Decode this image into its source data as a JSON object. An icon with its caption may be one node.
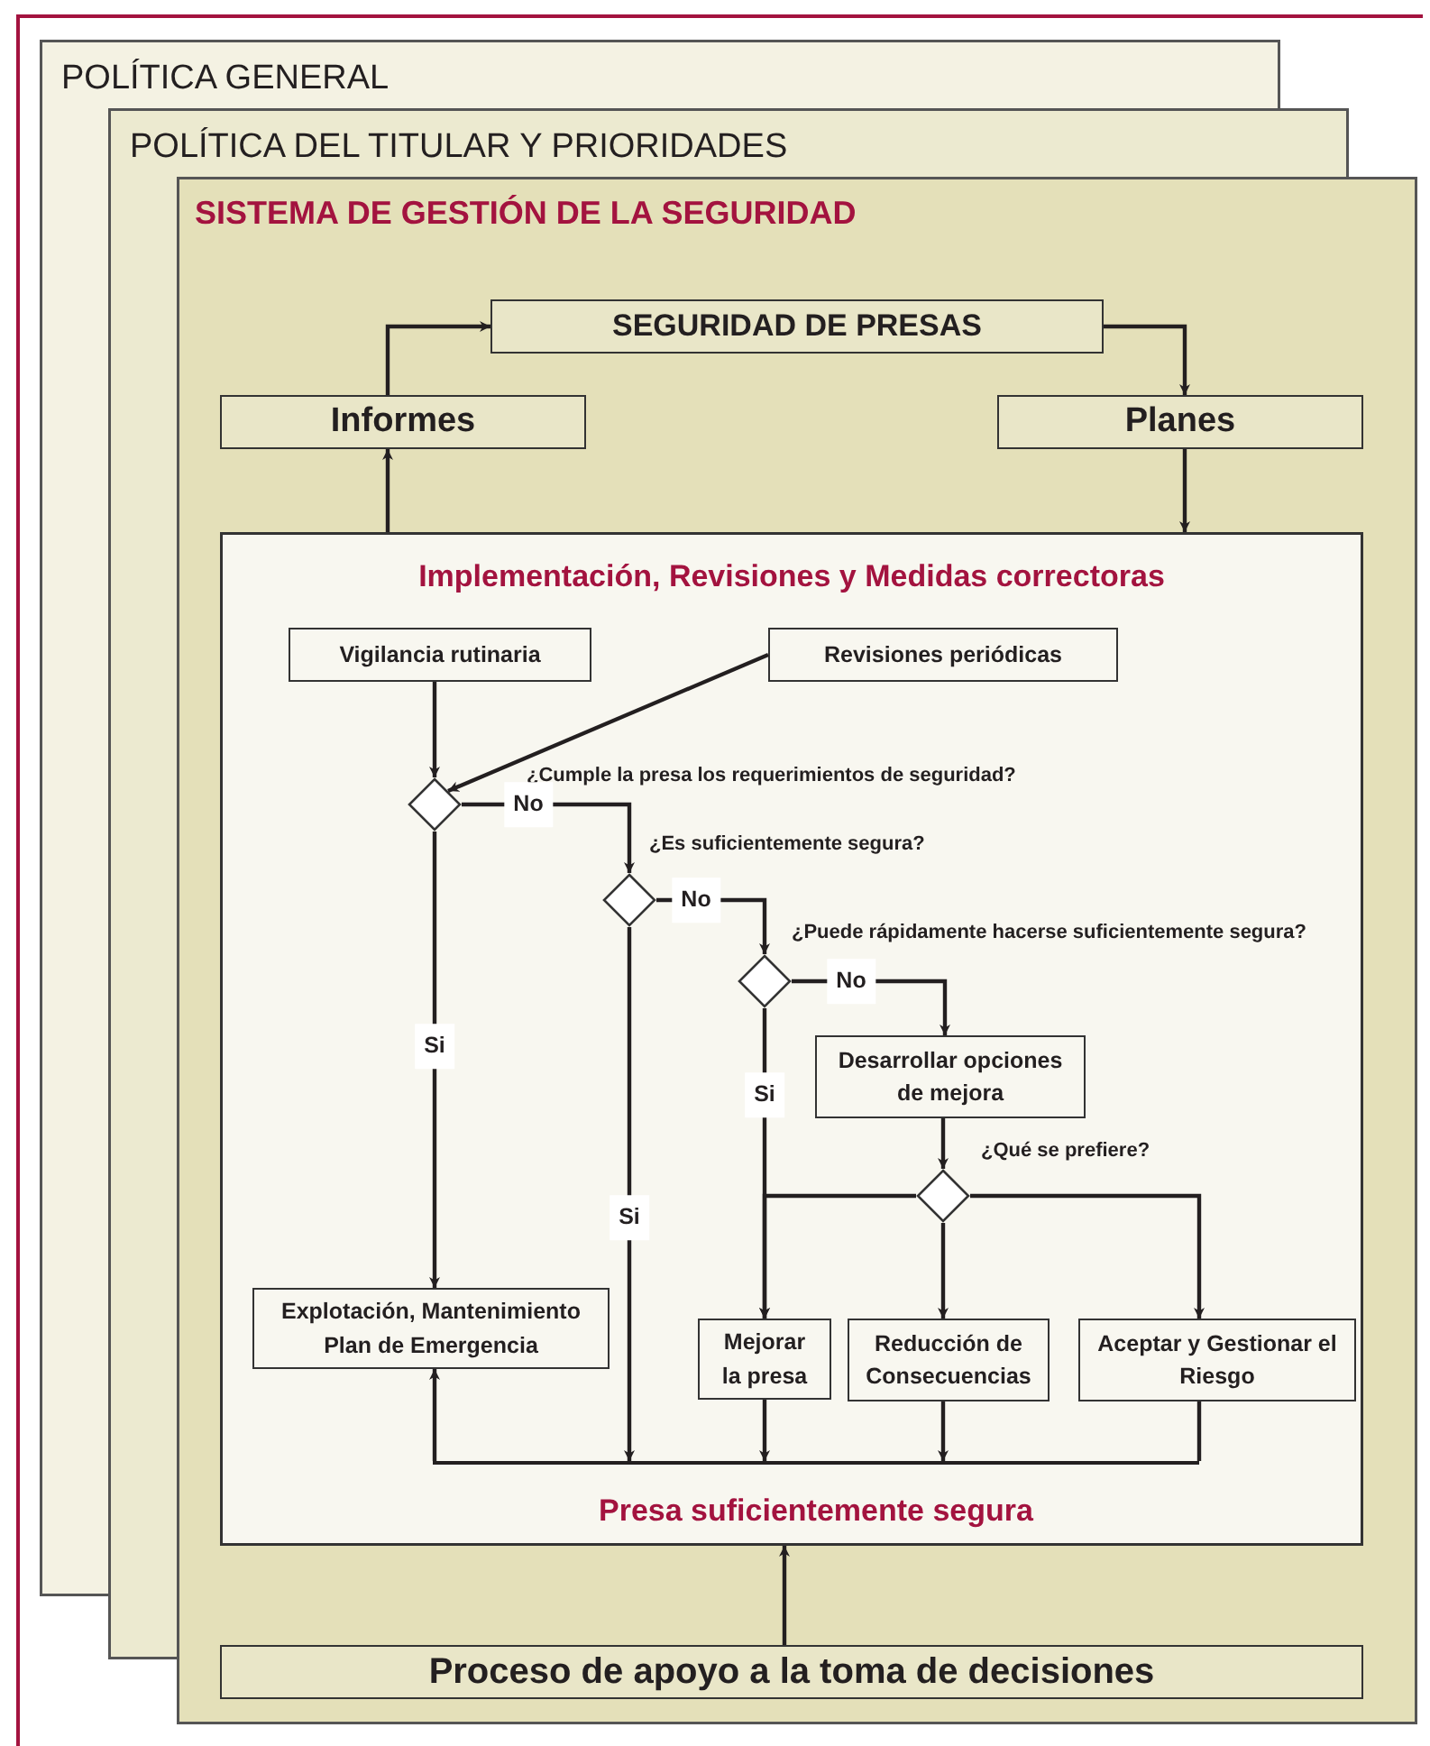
{
  "diagram": {
    "nodes": [
      {
        "text": [
          "POLÍTICA GENERAL"
        ]
      },
      {
        "text": [
          "POLÍTICA DEL TITULAR Y PRIORIDADES"
        ],
        "in": 0
      },
      {
        "text": [
          "SISTEMA DE GESTIÓN DE LA SEGURIDAD"
        ],
        "in": 1
      },
      {
        "text": [
          "SEGURIDAD DE PRESAS"
        ],
        "in": 2
      },
      {
        "text": [
          "Informes"
        ],
        "in": 2
      },
      {
        "text": [
          "Planes"
        ],
        "in": 2
      },
      {
        "text": [
          "Implementación, Revisiones y Medidas correctoras"
        ],
        "in": 2
      },
      {
        "text": [
          "Vigilancia rutinaria"
        ],
        "in": 6
      },
      {
        "text": [
          "Revisiones periódicas"
        ],
        "in": 6
      },
      {
        "text": [],
        "shape": "diamond",
        "in": 6,
        "beside": [
          "¿Cumple la presa los requerimientos de seguridad?"
        ]
      },
      {
        "text": [],
        "shape": "diamond",
        "in": 6,
        "beside": [
          "¿Es suficientemente segura?"
        ]
      },
      {
        "text": [],
        "shape": "diamond",
        "in": 6,
        "beside": [
          "¿Puede rápidamente hacerse suficientemente segura?"
        ]
      },
      {
        "text": [
          "Desarrollar opciones de mejora"
        ],
        "in": 6
      },
      {
        "text": [],
        "shape": "diamond",
        "in": 6,
        "beside": [
          "¿Qué se prefiere?"
        ]
      },
      {
        "text": [
          "Explotación, Mantenimiento Plan de Emergencia"
        ],
        "in": 6
      },
      {
        "text": [
          "Mejorar la presa"
        ],
        "in": 6
      },
      {
        "text": [
          "Reducción de Consecuencias"
        ],
        "in": 6
      },
      {
        "text": [
          "Aceptar y Gestionar el Riesgo"
        ],
        "in": 6
      },
      {
        "text": [
          "Presa suficientemente segura"
        ],
        "in": 6
      },
      {
        "text": [
          "Proceso de apoyo a la toma de decisiones"
        ],
        "in": 2
      }
    ],
    "edges": [
      {
        "from": 4,
        "to": 3,
        "arrow": "to"
      },
      {
        "from": 3,
        "to": 5,
        "arrow": "to"
      },
      {
        "from": 6,
        "to": 4,
        "arrow": "to"
      },
      {
        "from": 5,
        "to": 6,
        "arrow": "to"
      },
      {
        "from": 7,
        "to": 9,
        "arrow": "to"
      },
      {
        "from": 8,
        "to": 9,
        "arrow": "to"
      },
      {
        "from": 9,
        "to": 10,
        "arrow": "to",
        "label": "No"
      },
      {
        "from": 10,
        "to": 11,
        "arrow": "to",
        "label": "No"
      },
      {
        "from": 11,
        "to": 12,
        "arrow": "to",
        "label": "No"
      },
      {
        "from": 9,
        "to": 14,
        "arrow": "to",
        "label": "Si"
      },
      {
        "from": 10,
        "to": 18,
        "arrow": "to",
        "label": "Si"
      },
      {
        "from": 11,
        "to": 15,
        "arrow": "to",
        "label": "Si"
      },
      {
        "from": 12,
        "to": 13,
        "arrow": "to"
      },
      {
        "from": 13,
        "to": 15,
        "arrow": "to"
      },
      {
        "from": 13,
        "to": 16,
        "arrow": "to"
      },
      {
        "from": 13,
        "to": 17,
        "arrow": "to"
      },
      {
        "from": 15,
        "to": 18,
        "arrow": "to"
      },
      {
        "from": 16,
        "to": 18,
        "arrow": "to"
      },
      {
        "from": 17,
        "to": 18,
        "arrow": "none"
      },
      {
        "from": 18,
        "to": 14,
        "arrow": "to"
      },
      {
        "from": 19,
        "to": 6,
        "arrow": "to"
      }
    ]
  }
}
